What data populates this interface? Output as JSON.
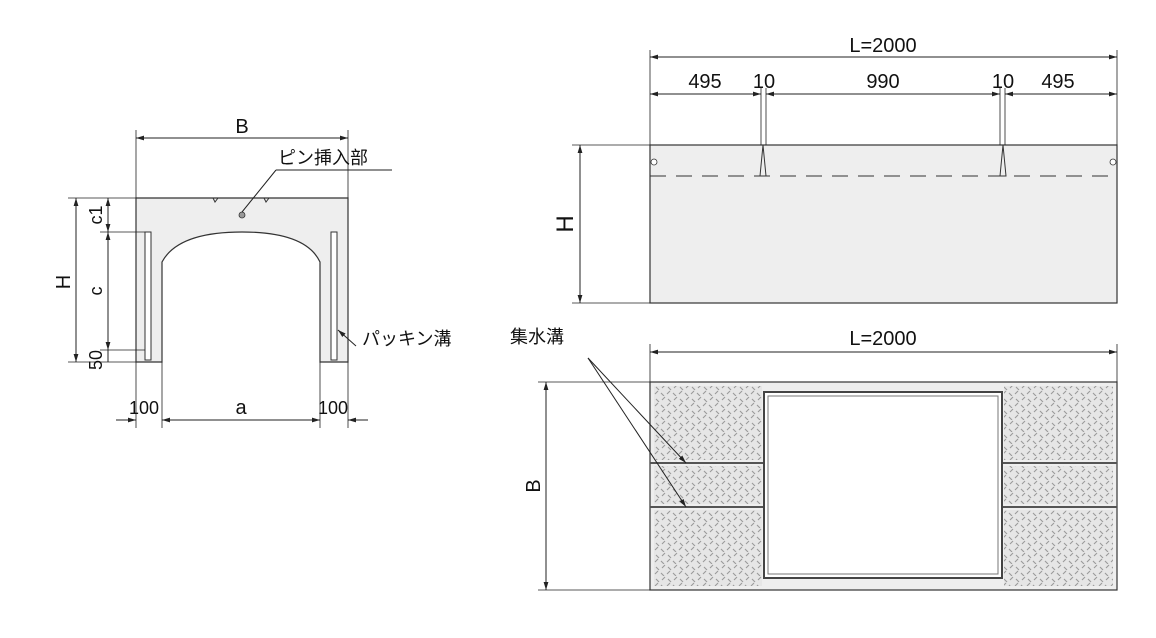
{
  "colors": {
    "body_fill": "#eeeeee",
    "outline": "#333333",
    "dim_line": "#222222",
    "text": "#111111"
  },
  "section_view": {
    "dim_B": "B",
    "dim_H": "H",
    "dim_c1": "c1",
    "dim_c": "c",
    "dim_50": "50",
    "dim_left_wall": "100",
    "dim_a": "a",
    "dim_right_wall": "100",
    "callout_pin": "ピン挿入部",
    "callout_packing": "パッキン溝"
  },
  "side_view": {
    "dim_L": "L=2000",
    "seg1": "495",
    "seg2": "10",
    "seg3": "990",
    "seg4": "10",
    "seg5": "495",
    "dim_H": "H"
  },
  "top_view": {
    "dim_L": "L=2000",
    "dim_B": "B",
    "callout_drain": "集水溝"
  }
}
